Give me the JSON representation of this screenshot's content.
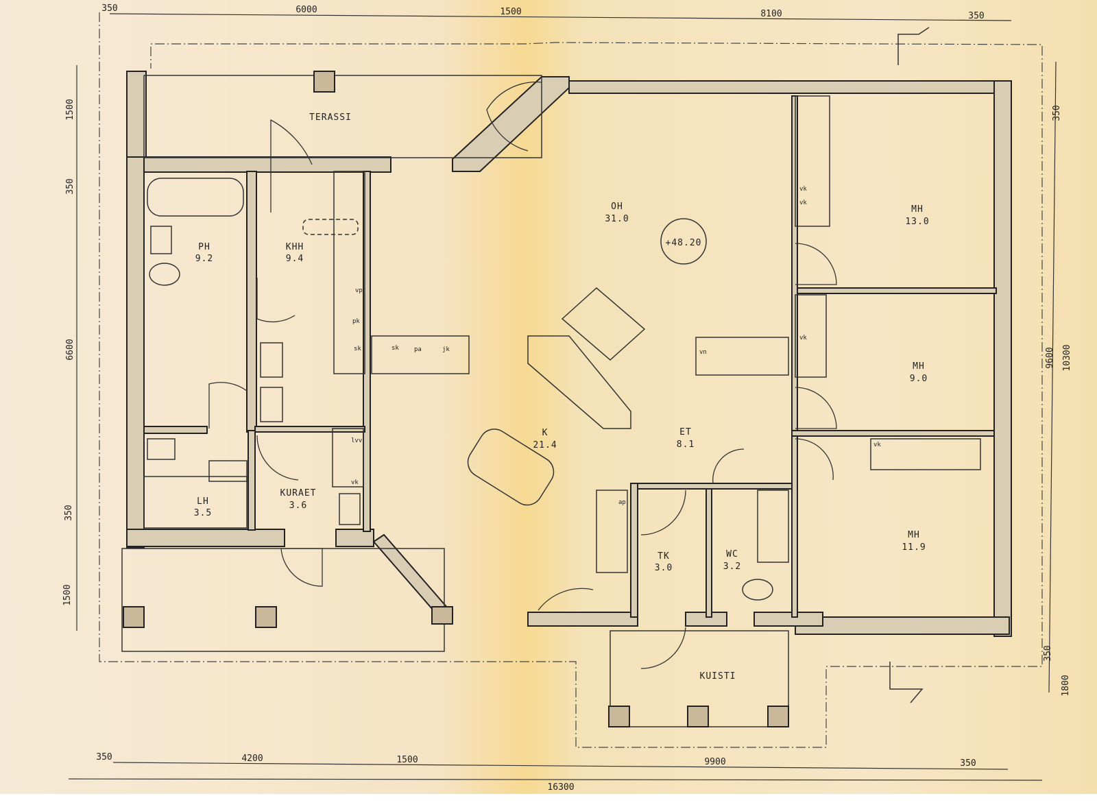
{
  "plan": {
    "dimensions": {
      "top": [
        "350",
        "6000",
        "1500",
        "8100",
        "350"
      ],
      "left": [
        "1500",
        "350",
        "6600",
        "350",
        "1500"
      ],
      "right": [
        "350",
        "9600",
        "10300",
        "350",
        "1800"
      ],
      "bottom": [
        "350",
        "4200",
        "1500",
        "9900",
        "350"
      ],
      "bottom_total": "16300"
    },
    "rooms": {
      "terassi": {
        "name": "TERASSI"
      },
      "ph": {
        "name": "PH",
        "area": "9.2"
      },
      "khh": {
        "name": "KHH",
        "area": "9.4"
      },
      "oh": {
        "name": "OH",
        "area": "31.0"
      },
      "mh1": {
        "name": "MH",
        "area": "13.0"
      },
      "mh2": {
        "name": "MH",
        "area": "9.0"
      },
      "mh3": {
        "name": "MH",
        "area": "11.9"
      },
      "k": {
        "name": "K",
        "area": "21.4"
      },
      "et": {
        "name": "ET",
        "area": "8.1"
      },
      "kuraet": {
        "name": "KURAET",
        "area": "3.6"
      },
      "lh": {
        "name": "LH",
        "area": "3.5"
      },
      "tk": {
        "name": "TK",
        "area": "3.0"
      },
      "wc": {
        "name": "WC",
        "area": "3.2"
      },
      "kuisti": {
        "name": "KUISTI"
      }
    },
    "level": "+48.20",
    "fixtures": {
      "vp": "vp",
      "pk": "pk",
      "sk1": "sk",
      "sk2": "sk",
      "pa": "pa",
      "jk": "jk",
      "vk1": "vk",
      "vk2": "vk",
      "vk3": "vk",
      "vk4": "vk",
      "vk5": "vk",
      "vn": "vn",
      "lvv": "lvv",
      "ap": "ap"
    }
  }
}
